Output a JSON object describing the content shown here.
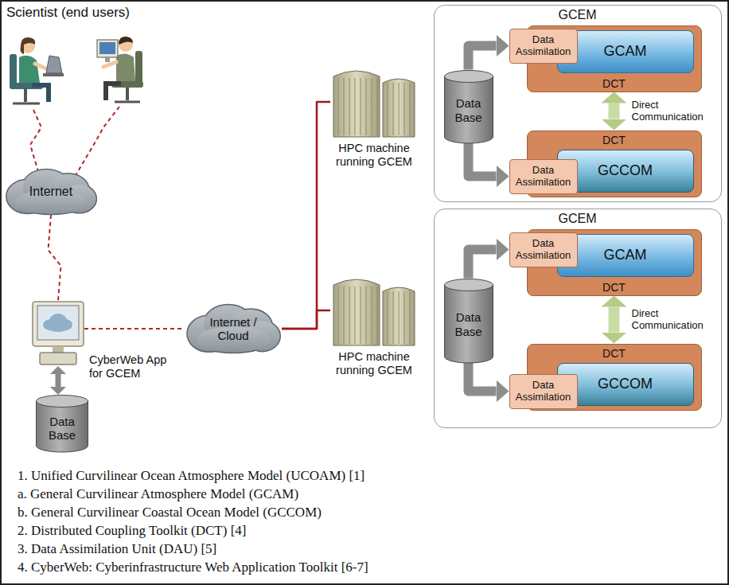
{
  "diagram": {
    "nodes": [
      {
        "text": [
          "Internet"
        ]
      },
      {
        "text": [
          "CyberWeb App for GCEM"
        ]
      },
      {
        "text": [
          "Data Base"
        ]
      },
      {
        "text": [
          "Internet / Cloud"
        ]
      },
      {
        "text": [
          "HPC machine running GCEM"
        ]
      },
      {
        "text": [
          "HPC machine running GCEM"
        ]
      },
      {
        "text": [
          "GCEM"
        ]
      },
      {
        "text": [
          "Data Base"
        ],
        "in": 6
      },
      {
        "text": [
          "Data Assimilation"
        ],
        "in": 6
      },
      {
        "text": [
          "DCT"
        ],
        "in": 6
      },
      {
        "text": [
          "GCAM"
        ],
        "in": 9
      },
      {
        "text": [
          "DCT"
        ],
        "in": 6
      },
      {
        "text": [
          "Data Assimilation"
        ],
        "in": 6
      },
      {
        "text": [
          "GCCOM"
        ],
        "in": 11
      },
      {
        "text": [
          "GCEM"
        ]
      },
      {
        "text": [
          "Data Base"
        ],
        "in": 14
      },
      {
        "text": [
          "Data Assimilation"
        ],
        "in": 14
      },
      {
        "text": [
          "DCT"
        ],
        "in": 14
      },
      {
        "text": [
          "GCAM"
        ],
        "in": 17
      },
      {
        "text": [
          "DCT"
        ],
        "in": 14
      },
      {
        "text": [
          "Data Assimilation"
        ],
        "in": 14
      },
      {
        "text": [
          "GCCOM"
        ],
        "in": 19
      }
    ],
    "edges": [
      {
        "from": 0,
        "to": 1,
        "arrow": "none"
      },
      {
        "from": 1,
        "to": 3,
        "arrow": "none"
      },
      {
        "from": 1,
        "to": 2,
        "arrow": "both"
      },
      {
        "from": 3,
        "to": 4,
        "arrow": "none"
      },
      {
        "from": 3,
        "to": 5,
        "arrow": "none"
      },
      {
        "from": 7,
        "to": 8,
        "arrow": "to"
      },
      {
        "from": 7,
        "to": 12,
        "arrow": "to"
      },
      {
        "from": 9,
        "to": 11,
        "label": "Direct Communication",
        "arrow": "both"
      },
      {
        "from": 15,
        "to": 16,
        "arrow": "to"
      },
      {
        "from": 15,
        "to": 20,
        "arrow": "to"
      },
      {
        "from": 17,
        "to": 19,
        "label": "Direct Communication",
        "arrow": "both"
      }
    ],
    "labels": [
      "Scientist (end users)",
      "1. Unified Curvilinear Ocean Atmosphere Model (UCOAM) [1]",
      "a. General Curvilinear Atmosphere Model (GCAM)",
      "b. General Curvilinear Coastal Ocean Model (GCCOM)",
      "2. Distributed Coupling Toolkit (DCT) [4]",
      "3. Data Assimilation Unit (DAU) [5]",
      "4. CyberWeb: Cyberinfrastructure Web Application Toolkit [6-7]"
    ]
  }
}
